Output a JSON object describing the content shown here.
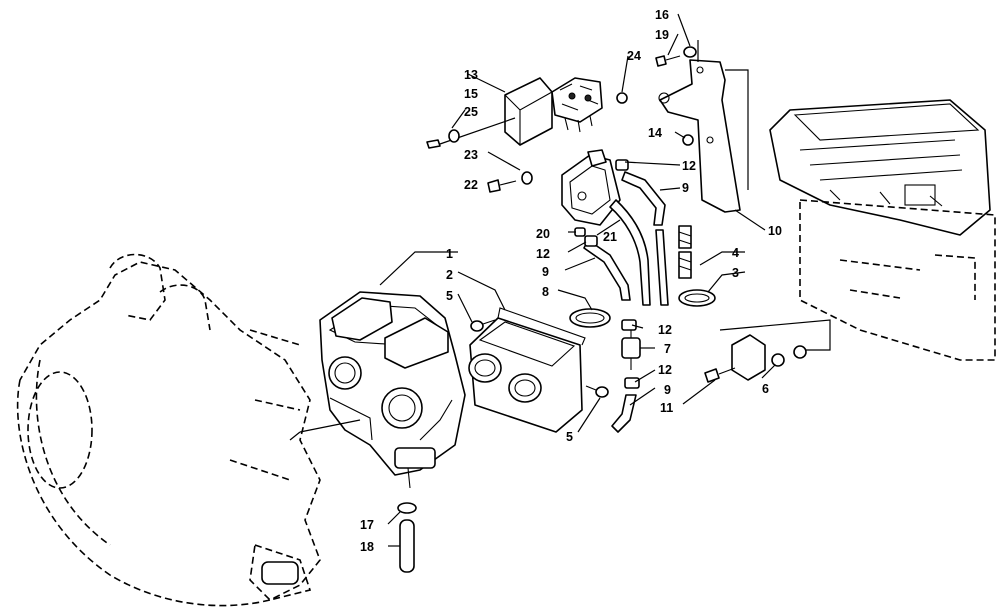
{
  "diagram": {
    "callouts": {
      "c1": "1",
      "c2": "2",
      "c3": "3",
      "c4": "4",
      "c5a": "5",
      "c5b": "5",
      "c6": "6",
      "c7": "7",
      "c8": "8",
      "c9a": "9",
      "c9b": "9",
      "c9c": "9",
      "c10": "10",
      "c11": "11",
      "c12a": "12",
      "c12b": "12",
      "c12c": "12",
      "c12d": "12",
      "c13": "13",
      "c14": "14",
      "c15": "15",
      "c16": "16",
      "c17": "17",
      "c18": "18",
      "c19": "19",
      "c20": "20",
      "c21": "21",
      "c22": "22",
      "c23": "23",
      "c24": "24",
      "c25": "25"
    }
  }
}
